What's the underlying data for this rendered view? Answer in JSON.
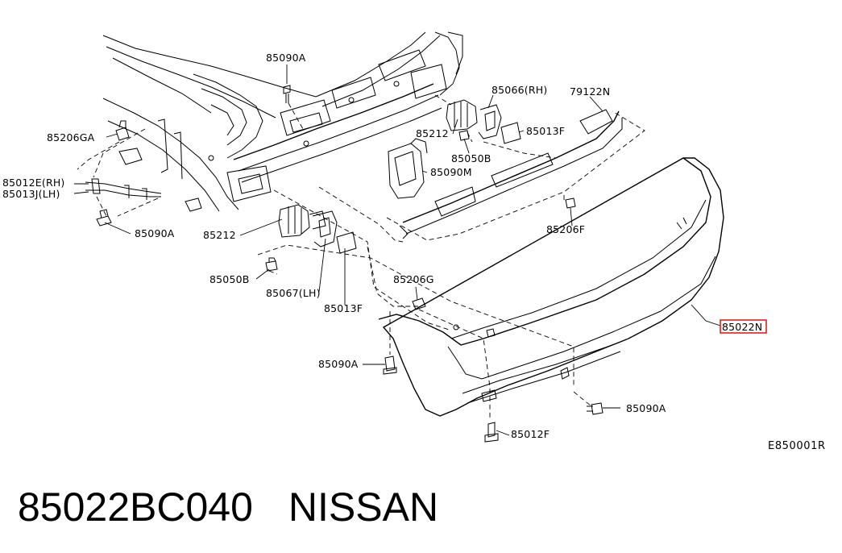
{
  "callouts": [
    "85090A",
    "85066(RH)",
    "79122N",
    "85206GA",
    "85212",
    "85013F",
    "85050B",
    "85090M",
    "85012E(RH)",
    "85013J(LH)",
    "85206F",
    "85090A",
    "85212",
    "85050B",
    "85206G",
    "85067(LH)",
    "85013F",
    "85022N",
    "85090A",
    "85090A",
    "85012F"
  ],
  "highlighted_callout": "85022N",
  "drawing_code": "E850001R",
  "part_number": "85022BC040",
  "brand": "NISSAN",
  "highlight_color": "#e02020"
}
